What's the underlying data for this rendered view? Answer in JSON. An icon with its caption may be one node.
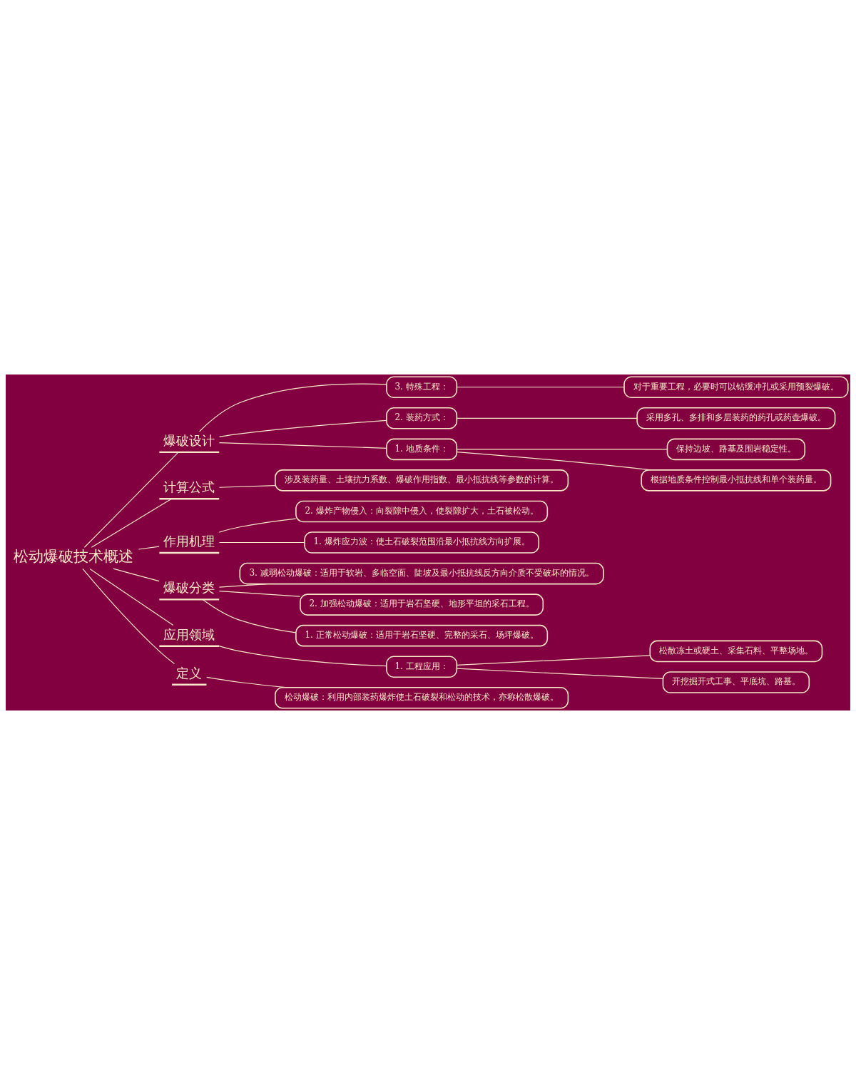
{
  "diagram": {
    "nodes": [
      {
        "text": [
          "松动爆破技术概述"
        ]
      },
      {
        "text": [
          "爆破设计"
        ]
      },
      {
        "text": [
          "3. 特殊工程："
        ]
      },
      {
        "text": [
          "对于重要工程，必要时可以钻缓冲孔或采用预裂爆破。"
        ]
      },
      {
        "text": [
          "2. 装药方式："
        ]
      },
      {
        "text": [
          "采用多孔、多排和多层装药的药孔或药壶爆破。"
        ]
      },
      {
        "text": [
          "1. 地质条件："
        ]
      },
      {
        "text": [
          "保持边坡、路基及围岩稳定性。"
        ]
      },
      {
        "text": [
          "根据地质条件控制最小抵抗线和单个装药量。"
        ]
      },
      {
        "text": [
          "计算公式"
        ]
      },
      {
        "text": [
          "涉及装药量、土壤抗力系数、爆破作用指数、最小抵抗线等参数的计算。"
        ]
      },
      {
        "text": [
          "作用机理"
        ]
      },
      {
        "text": [
          "2. 爆炸产物侵入：向裂隙中侵入，使裂隙扩大，土石被松动。"
        ]
      },
      {
        "text": [
          "1. 爆炸应力波：使土石破裂范围沿最小抵抗线方向扩展。"
        ]
      },
      {
        "text": [
          "爆破分类"
        ]
      },
      {
        "text": [
          "3. 减弱松动爆破：适用于软岩、多临空面、陡坡及最小抵抗线反方向介质不受破坏的情况。"
        ]
      },
      {
        "text": [
          "2. 加强松动爆破：适用于岩石坚硬、地形平坦的采石工程。"
        ]
      },
      {
        "text": [
          "1. 正常松动爆破：适用于岩石坚硬、完整的采石、场坪爆破。"
        ]
      },
      {
        "text": [
          "应用领域"
        ]
      },
      {
        "text": [
          "1. 工程应用："
        ]
      },
      {
        "text": [
          "松散冻土或硬土、采集石料、平整场地。"
        ]
      },
      {
        "text": [
          "开挖掘开式工事、平底坑、路基。"
        ]
      },
      {
        "text": [
          "定义"
        ]
      },
      {
        "text": [
          "松动爆破：利用内部装药爆炸使土石破裂和松动的技术，亦称松散爆破。"
        ]
      }
    ],
    "edges": [
      {
        "from": 0,
        "to": 1,
        "arrow": "none"
      },
      {
        "from": 1,
        "to": 2,
        "arrow": "none"
      },
      {
        "from": 2,
        "to": 3,
        "arrow": "none"
      },
      {
        "from": 1,
        "to": 4,
        "arrow": "none"
      },
      {
        "from": 4,
        "to": 5,
        "arrow": "none"
      },
      {
        "from": 1,
        "to": 6,
        "arrow": "none"
      },
      {
        "from": 6,
        "to": 7,
        "arrow": "none"
      },
      {
        "from": 6,
        "to": 8,
        "arrow": "none"
      },
      {
        "from": 0,
        "to": 9,
        "arrow": "none"
      },
      {
        "from": 9,
        "to": 10,
        "arrow": "none"
      },
      {
        "from": 0,
        "to": 11,
        "arrow": "none"
      },
      {
        "from": 11,
        "to": 12,
        "arrow": "none"
      },
      {
        "from": 11,
        "to": 13,
        "arrow": "none"
      },
      {
        "from": 0,
        "to": 14,
        "arrow": "none"
      },
      {
        "from": 14,
        "to": 15,
        "arrow": "none"
      },
      {
        "from": 14,
        "to": 16,
        "arrow": "none"
      },
      {
        "from": 14,
        "to": 17,
        "arrow": "none"
      },
      {
        "from": 0,
        "to": 18,
        "arrow": "none"
      },
      {
        "from": 18,
        "to": 19,
        "arrow": "none"
      },
      {
        "from": 19,
        "to": 20,
        "arrow": "none"
      },
      {
        "from": 19,
        "to": 21,
        "arrow": "none"
      },
      {
        "from": 0,
        "to": 22,
        "arrow": "none"
      },
      {
        "from": 22,
        "to": 23,
        "arrow": "none"
      }
    ]
  }
}
